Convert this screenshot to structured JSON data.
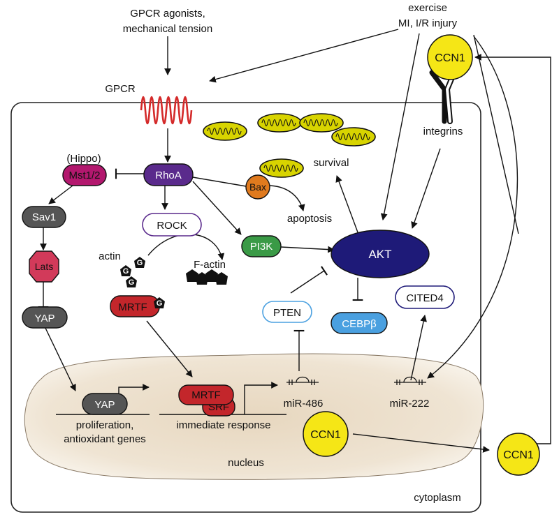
{
  "labels": {
    "gpcr_agonists_line1": "GPCR agonists,",
    "gpcr_agonists_line2": "mechanical tension",
    "exercise_line1": "exercise",
    "exercise_line2": "MI, I/R injury",
    "gpcr": "GPCR",
    "integrins": "integrins",
    "hippo": "(Hippo)",
    "survival": "survival",
    "apoptosis": "apoptosis",
    "actin": "actin",
    "f_actin": "F-actin",
    "g": "G",
    "proliferation_line1": "proliferation,",
    "proliferation_line2": "antioxidant genes",
    "immediate_response": "immediate response",
    "mir486": "miR-486",
    "mir222": "miR-222",
    "nucleus": "nucleus",
    "cytoplasm": "cytoplasm"
  },
  "nodes": {
    "ccn1": "CCN1",
    "mst": "Mst1/2",
    "rhoa": "RhoA",
    "bax": "Bax",
    "sav1": "Sav1",
    "rock": "ROCK",
    "lats": "Lats",
    "pi3k": "PI3K",
    "akt": "AKT",
    "yap": "YAP",
    "mrtf": "MRTF",
    "srf": "SRF",
    "pten": "PTEN",
    "cited4": "CITED4",
    "cebpb": "CEBPβ"
  },
  "colors": {
    "gpcr": "#d42a2a",
    "ccn1": "#f5e616",
    "mitochondria": "#d8d400",
    "mst": "#b3186e",
    "rhoa": "#5a2a8c",
    "bax": "#e07a1e",
    "sav1_yap": "#555555",
    "lats": "#d23a5a",
    "pi3k": "#3a9a46",
    "akt": "#1e1a78",
    "mrtf": "#c3262b",
    "cebpb": "#4aa0e0",
    "nucleus_fill": "#ede0cc"
  }
}
